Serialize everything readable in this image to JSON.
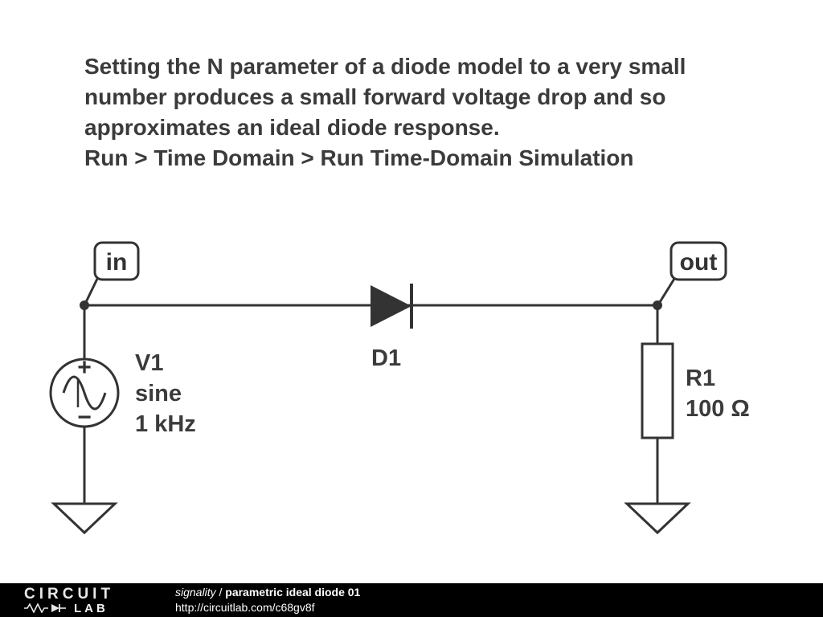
{
  "header": {
    "lines": [
      "Setting the N parameter of a diode model to a very small",
      "number produces a small forward voltage drop and so",
      "approximates an ideal diode response.",
      "Run > Time Domain > Run Time-Domain Simulation"
    ]
  },
  "circuit": {
    "node_in": "in",
    "node_out": "out",
    "source": {
      "name": "V1",
      "waveform": "sine",
      "frequency": "1 kHz",
      "plus": "+",
      "minus": "−"
    },
    "diode": {
      "name": "D1"
    },
    "resistor": {
      "name": "R1",
      "value": "100 Ω"
    }
  },
  "footer": {
    "logo_top": "CIRCUIT",
    "logo_bottom": "LAB",
    "author": "signality",
    "separator": " / ",
    "title": "parametric ideal diode 01",
    "url": "http://circuitlab.com/c68gv8f"
  },
  "colors": {
    "ink": "#333333",
    "text": "#3b3b3b",
    "footer_bg": "#000000",
    "footer_text": "#ffffff"
  }
}
